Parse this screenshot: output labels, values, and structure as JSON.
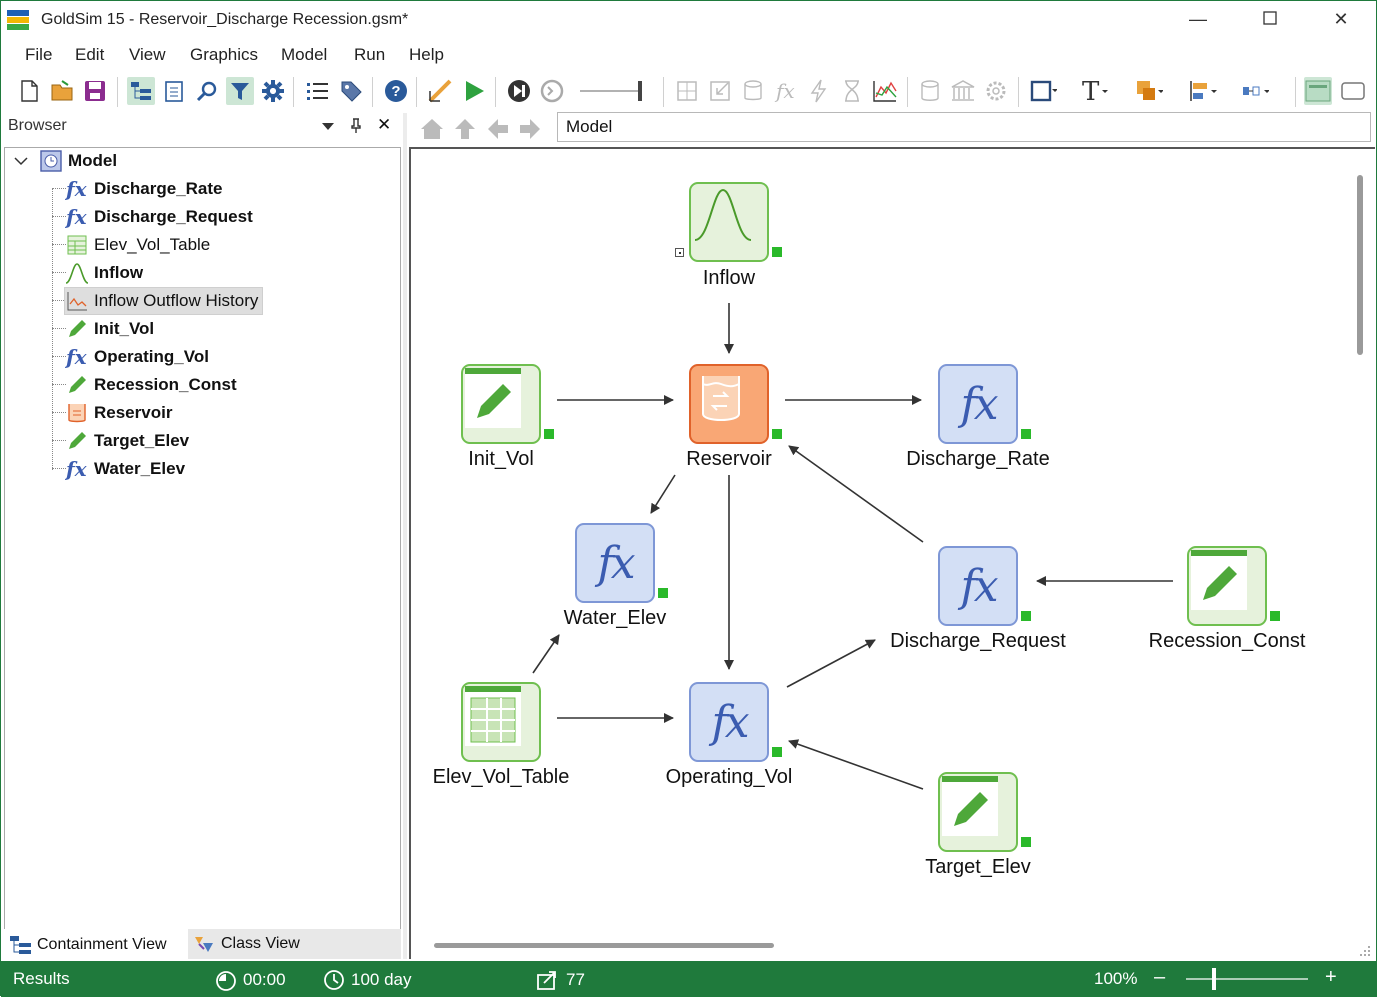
{
  "window": {
    "app_name": "GoldSim 15",
    "title": "GoldSim 15  - Reservoir_Discharge Recession.gsm*"
  },
  "menu": [
    "File",
    "Edit",
    "View",
    "Graphics",
    "Model",
    "Run",
    "Help"
  ],
  "toolbar": {
    "icons": [
      "new-file-icon",
      "open-folder-icon",
      "save-icon",
      "browser-icon",
      "clipboard-icon",
      "search-icon",
      "filter-icon",
      "gear-icon",
      "list-icon",
      "tag-icon",
      "help-icon",
      "edit-ruler-icon",
      "run-icon",
      "step-icon",
      "reset-icon",
      "slider-icon",
      "grid-icon",
      "export-icon",
      "container-icon",
      "function-icon",
      "lightning-icon",
      "hourglass-icon",
      "chart-icon",
      "database-icon",
      "building-icon",
      "settings-icon",
      "rectangle-icon",
      "text-icon",
      "fill-icon",
      "align-icon",
      "distribute-icon",
      "view-icon",
      "window-icon"
    ]
  },
  "browser": {
    "title": "Browser",
    "root": "Model",
    "items": [
      {
        "label": "Discharge_Rate",
        "icon": "function-icon",
        "bold": true
      },
      {
        "label": "Discharge_Request",
        "icon": "function-icon",
        "bold": true
      },
      {
        "label": "Elev_Vol_Table",
        "icon": "table-icon",
        "bold": false
      },
      {
        "label": "Inflow",
        "icon": "distribution-icon",
        "bold": true
      },
      {
        "label": "Inflow Outflow History",
        "icon": "history-chart-icon",
        "bold": false,
        "selected": true
      },
      {
        "label": "Init_Vol",
        "icon": "pencil-data-icon",
        "bold": true
      },
      {
        "label": "Operating_Vol",
        "icon": "function-icon",
        "bold": true
      },
      {
        "label": "Recession_Const",
        "icon": "pencil-data-icon",
        "bold": true
      },
      {
        "label": "Reservoir",
        "icon": "reservoir-icon",
        "bold": true
      },
      {
        "label": "Target_Elev",
        "icon": "pencil-data-icon",
        "bold": true
      },
      {
        "label": "Water_Elev",
        "icon": "function-icon",
        "bold": true
      }
    ],
    "tabs": [
      "Containment View",
      "Class View"
    ]
  },
  "navigation": {
    "address": "Model"
  },
  "canvas": {
    "nodes": {
      "inflow": "Inflow",
      "init_vol": "Init_Vol",
      "reservoir": "Reservoir",
      "discharge_rate": "Discharge_Rate",
      "water_elev": "Water_Elev",
      "discharge_request": "Discharge_Request",
      "recession_const": "Recession_Const",
      "elev_vol_table": "Elev_Vol_Table",
      "operating_vol": "Operating_Vol",
      "target_elev": "Target_Elev"
    },
    "fx_glyph": "fx"
  },
  "status": {
    "results": "Results",
    "elapsed": "00:00",
    "duration": "100 day",
    "steps": "77",
    "zoom": "100%",
    "minus": "–",
    "plus": "+"
  },
  "colors": {
    "status_bar": "#1f7a3c",
    "green_node": "#6fbf4f",
    "blue_node": "#7e97d6",
    "reservoir": "#f9a775"
  }
}
